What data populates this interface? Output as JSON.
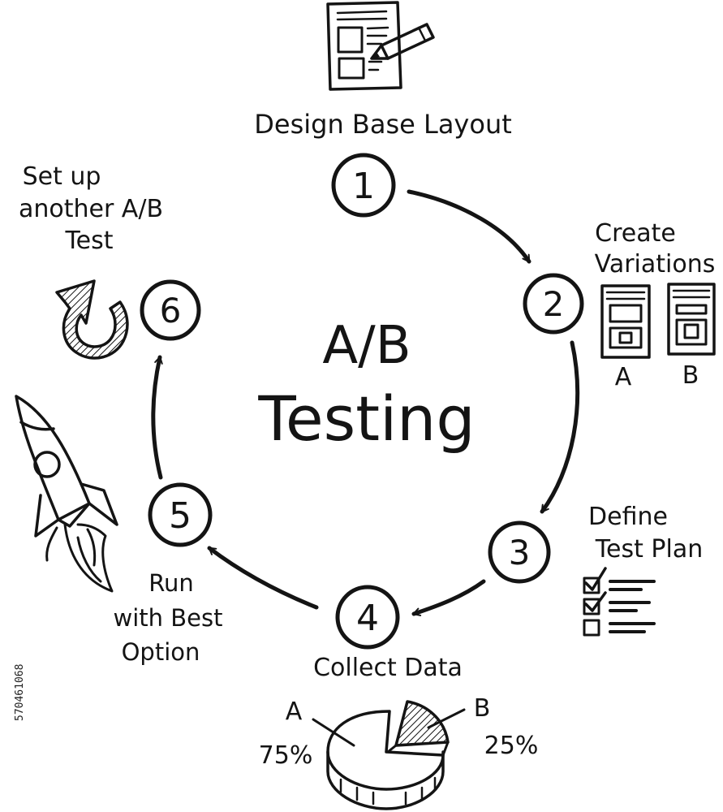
{
  "title": {
    "line1": "A/B",
    "line2": "Testing"
  },
  "steps": [
    {
      "number": "1",
      "label_lines": [
        "Design Base Layout"
      ]
    },
    {
      "number": "2",
      "label_lines": [
        "Create",
        "Variations"
      ]
    },
    {
      "number": "3",
      "label_lines": [
        "Define",
        "Test Plan"
      ]
    },
    {
      "number": "4",
      "label_lines": [
        "Collect Data"
      ]
    },
    {
      "number": "5",
      "label_lines": [
        "Run",
        "with Best",
        "Option"
      ]
    },
    {
      "number": "6",
      "label_lines": [
        "Set up",
        "another A/B",
        "Test"
      ]
    }
  ],
  "variations": {
    "a_label": "A",
    "b_label": "B"
  },
  "pie": {
    "a_label": "A",
    "a_value": "75%",
    "b_label": "B",
    "b_value": "25%"
  },
  "stock_id": "570461068",
  "colors": {
    "ink": "#141414",
    "background": "#ffffff"
  },
  "icons": [
    "layout-sketch-icon",
    "pencil-icon",
    "layout-variation-icon",
    "checklist-icon",
    "pie-chart-icon",
    "rocket-icon",
    "refresh-arrow-icon"
  ]
}
